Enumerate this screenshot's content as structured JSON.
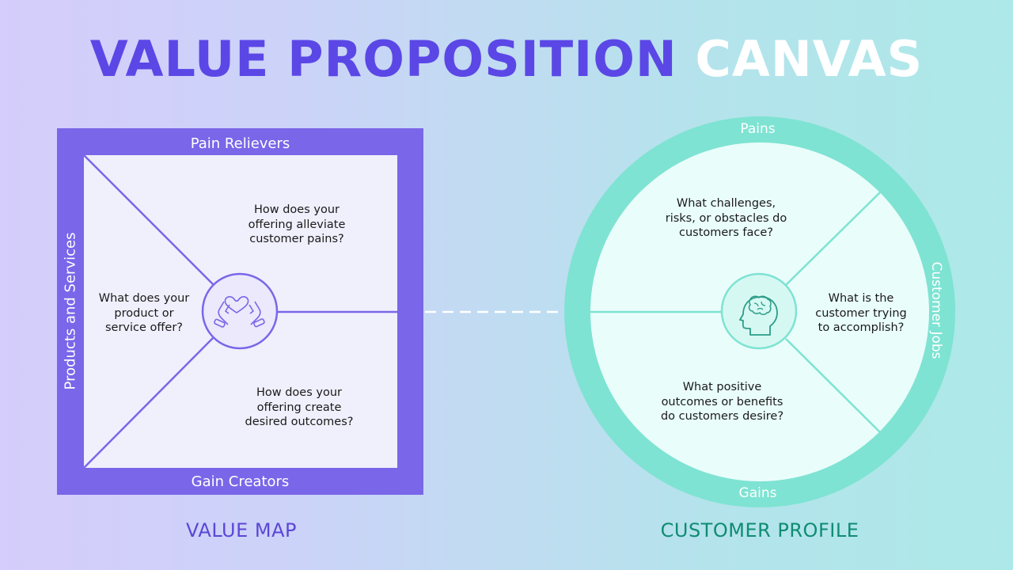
{
  "title": {
    "part1": "VALUE PROPOSITION",
    "part2": "CANVAS"
  },
  "colors": {
    "value_map_purple": "#7a66e8",
    "value_map_inner": "#f0effc",
    "title_purple": "#5b47e6",
    "customer_teal": "#7ee3d2",
    "customer_inner": "#e8fdfb",
    "customer_profile_label": "#0f8c73"
  },
  "value_map": {
    "label": "VALUE MAP",
    "icon": "hands-holding-heart-icon",
    "sections": {
      "top": "Pain Relievers",
      "bottom": "Gain Creators",
      "left": "Products and Services"
    },
    "questions": {
      "pain_relievers": [
        "How does your",
        "offering alleviate",
        "customer pains?"
      ],
      "products_services": [
        "What does your",
        "product or",
        "service offer?"
      ],
      "gain_creators": [
        "How does your",
        "offering create",
        "desired outcomes?"
      ]
    }
  },
  "customer_profile": {
    "label": "CUSTOMER PROFILE",
    "icon": "head-brain-icon",
    "sections": {
      "top": "Pains",
      "bottom": "Gains",
      "right": "Customer Jobs"
    },
    "questions": {
      "pains": [
        "What challenges,",
        "risks, or obstacles do",
        "customers face?"
      ],
      "jobs": [
        "What is the",
        "customer trying",
        "to accomplish?"
      ],
      "gains": [
        "What positive",
        "outcomes or benefits",
        "do customers desire?"
      ]
    }
  }
}
